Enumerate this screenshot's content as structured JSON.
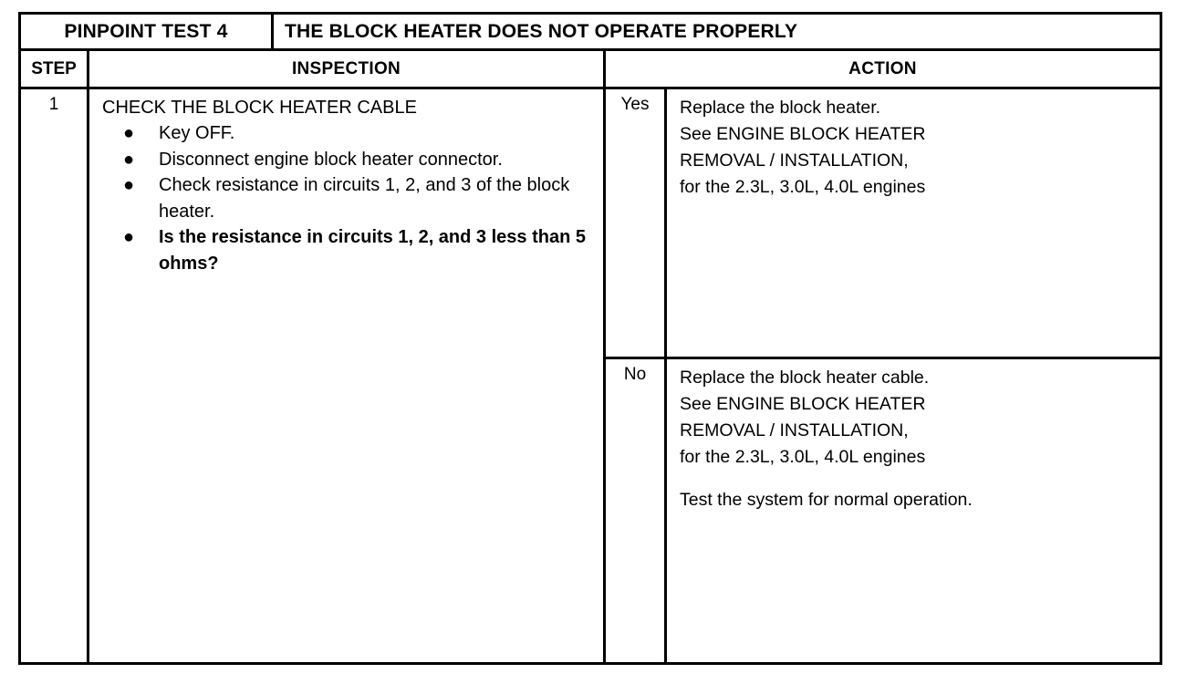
{
  "document": {
    "title_label": "PINPOINT TEST 4",
    "title_description": "THE BLOCK HEATER DOES NOT OPERATE PROPERLY"
  },
  "columns": {
    "step": "STEP",
    "inspection": "INSPECTION",
    "action": "ACTION"
  },
  "row": {
    "step_number": "1",
    "inspection": {
      "heading": "CHECK THE BLOCK HEATER CABLE",
      "bullet_glyph": "●",
      "items": [
        {
          "text": "Key OFF.",
          "bold": false
        },
        {
          "text": "Disconnect engine block heater connector.",
          "bold": false
        },
        {
          "text": "Check resistance in circuits 1, 2, and 3 of the block heater.",
          "bold": false
        },
        {
          "text": "Is the resistance in circuits 1, 2, and 3 less than 5 ohms?",
          "bold": true
        }
      ]
    },
    "actions": [
      {
        "answer": "Yes",
        "lines": [
          {
            "text": "Replace the block heater.",
            "gap": false
          },
          {
            "text": "See ENGINE BLOCK HEATER",
            "gap": false
          },
          {
            "text": "REMOVAL / INSTALLATION,",
            "gap": false
          },
          {
            "text": "for the  2.3L, 3.0L, 4.0L engines",
            "gap": false
          }
        ]
      },
      {
        "answer": "No",
        "lines": [
          {
            "text": "Replace the block heater cable.",
            "gap": false
          },
          {
            "text": "See ENGINE BLOCK HEATER",
            "gap": false
          },
          {
            "text": "REMOVAL / INSTALLATION,",
            "gap": false
          },
          {
            "text": "for the  2.3L, 3.0L, 4.0L engines",
            "gap": false
          },
          {
            "text": "Test the system for normal operation.",
            "gap": true
          }
        ]
      }
    ]
  },
  "colors": {
    "ink": "#000000",
    "paper": "#ffffff"
  }
}
